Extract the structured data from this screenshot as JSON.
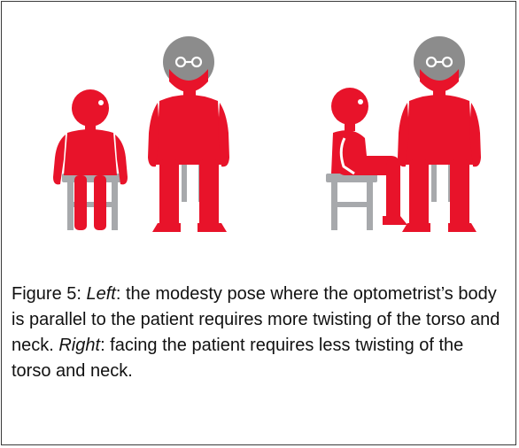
{
  "figure": {
    "caption": {
      "label": "Figure 5: ",
      "left_word": "Left",
      "left_text": ": the modesty pose where the optometrist’s body is parallel to the patient requires more twisting of the torso and neck. ",
      "right_word": "Right",
      "right_text": ": facing the patient requires less twisting of the torso and neck."
    },
    "colors": {
      "figure_red": "#e8132a",
      "stool_gray": "#a7a9ac",
      "hair_gray": "#8c8c8c",
      "frame_border": "#3a3a3a"
    },
    "icons": [
      "patient-figure",
      "optometrist-figure",
      "stool-icon",
      "glasses-icon"
    ]
  }
}
